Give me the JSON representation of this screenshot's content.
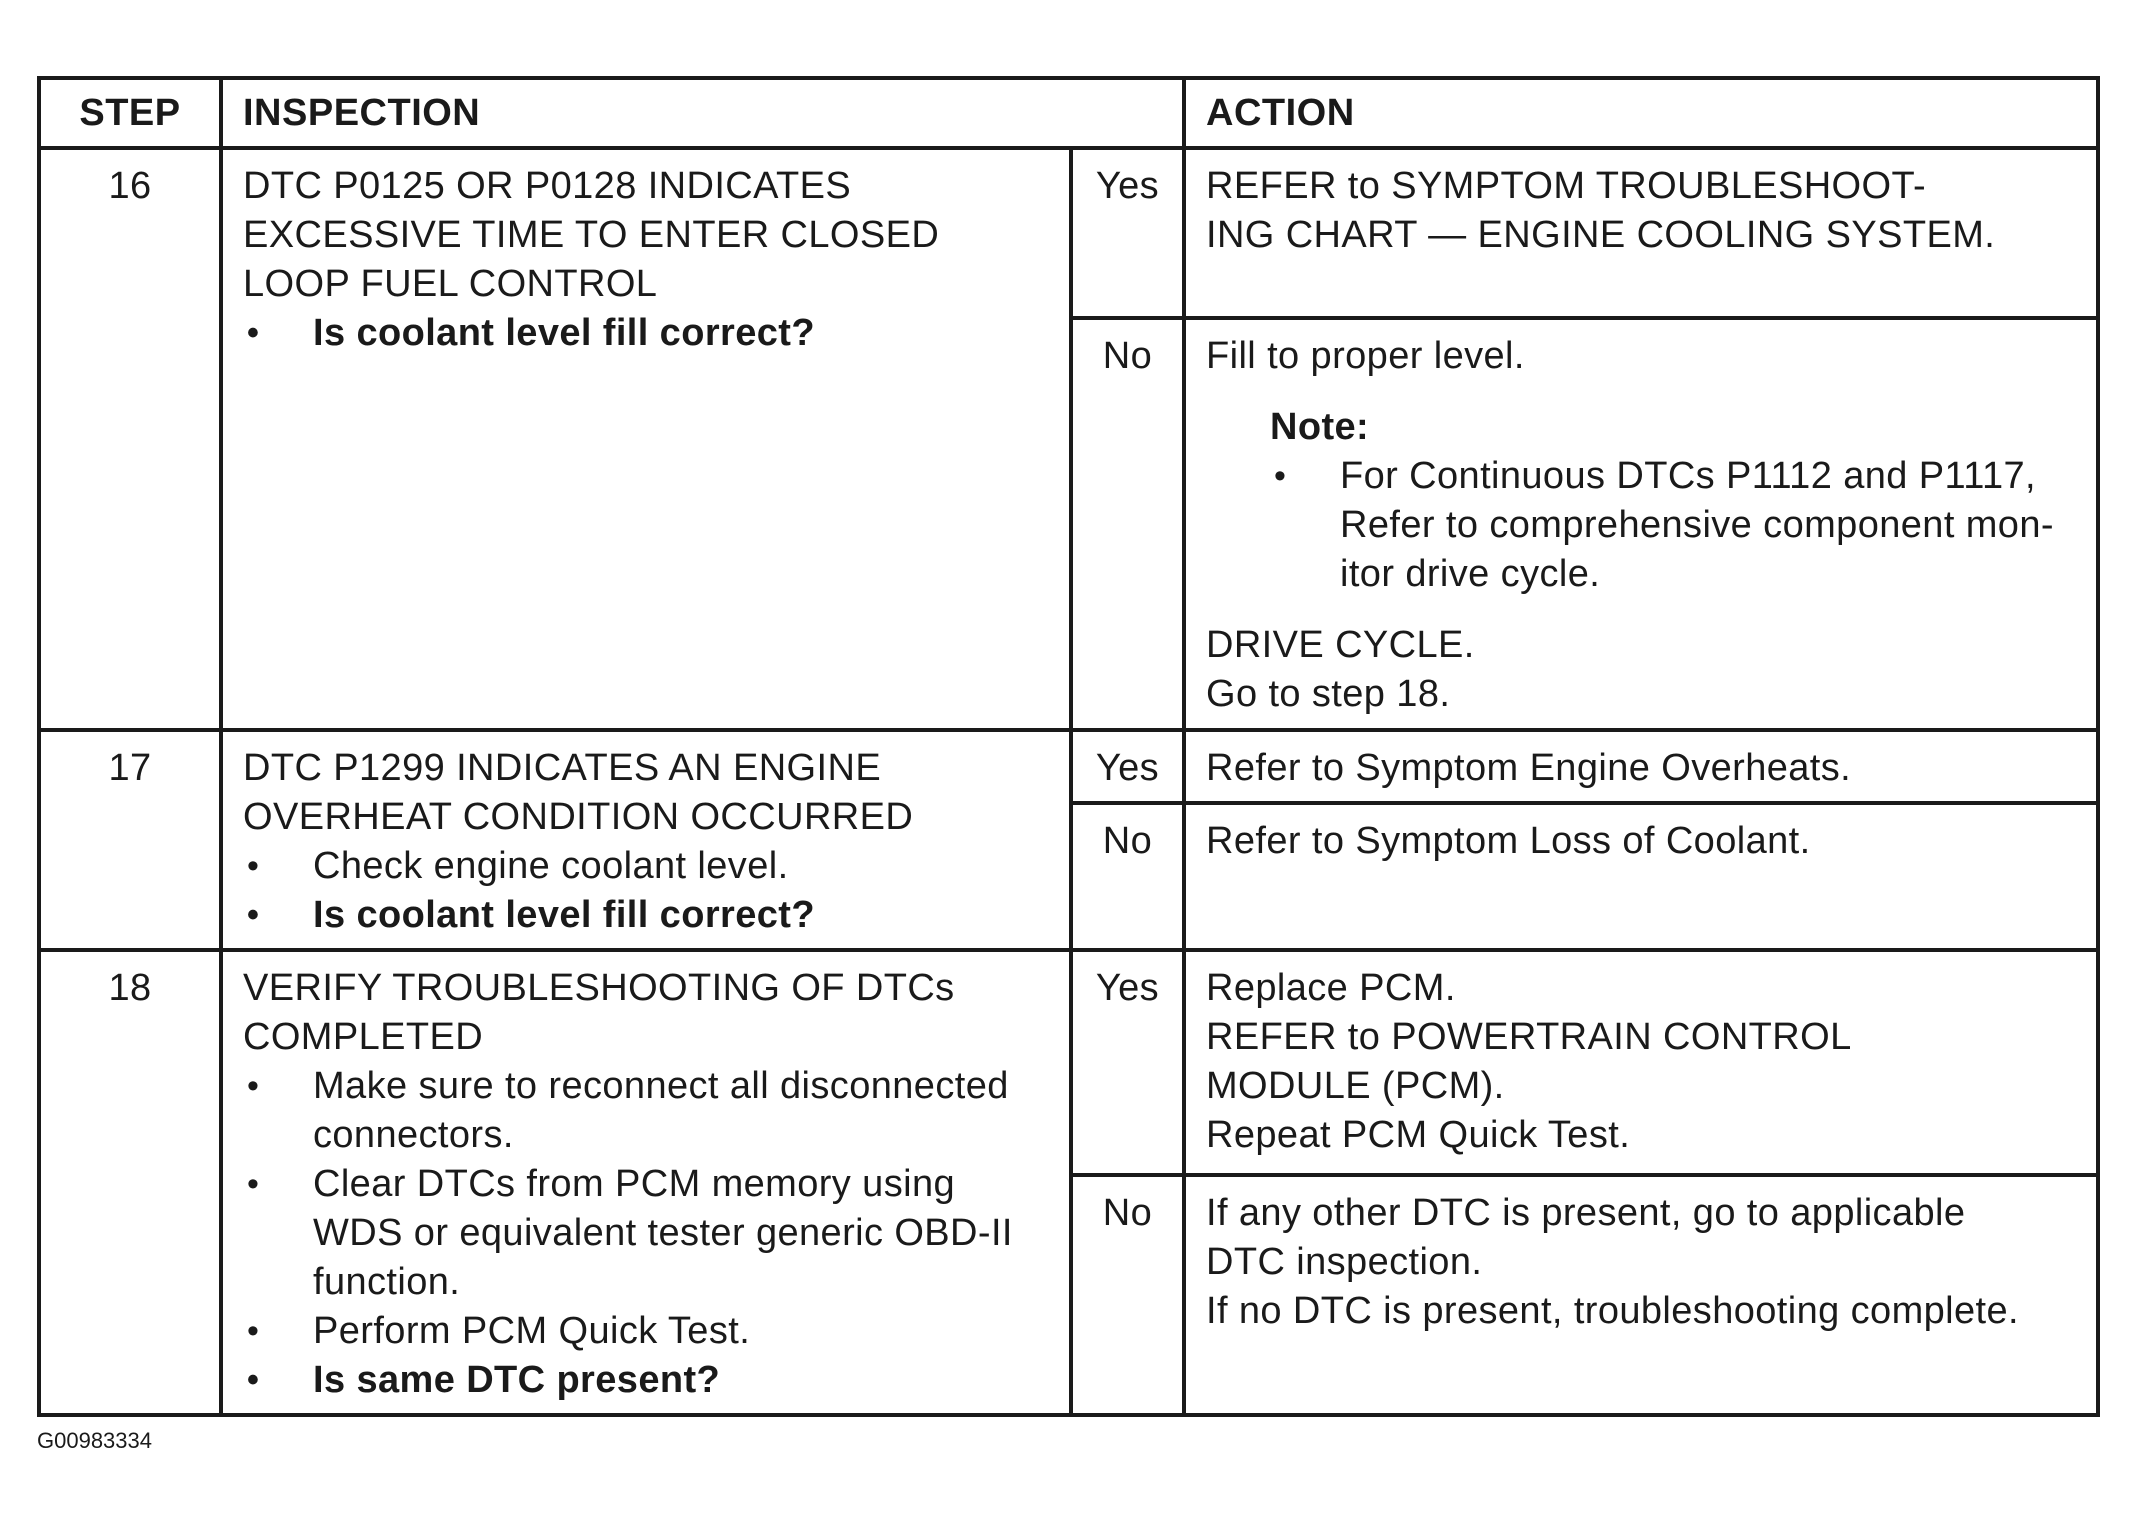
{
  "headers": {
    "step": "STEP",
    "inspection": "INSPECTION",
    "action": "ACTION"
  },
  "rows": [
    {
      "step": "16",
      "inspection_lines": [
        "DTC P0125 OR P0128 INDICATES",
        "EXCESSIVE TIME TO ENTER CLOSED",
        "LOOP FUEL CONTROL"
      ],
      "bullets": [
        {
          "text": "Is coolant level fill correct?",
          "bold": true
        }
      ],
      "yes": {
        "label": "Yes",
        "lines": [
          "REFER to SYMPTOM TROUBLESHOOT-",
          "ING CHART — ENGINE COOLING SYSTEM."
        ]
      },
      "no": {
        "label": "No",
        "lines": [
          "Fill to proper level."
        ],
        "note_title": "Note:",
        "note_bullet": [
          "For Continuous DTCs P1112 and P1117,",
          "Refer to comprehensive component mon-",
          "itor drive cycle."
        ],
        "after_lines": [
          "DRIVE CYCLE.",
          "Go to step 18."
        ]
      }
    },
    {
      "step": "17",
      "inspection_lines": [
        "DTC P1299 INDICATES AN ENGINE",
        "OVERHEAT CONDITION OCCURRED"
      ],
      "bullets": [
        {
          "text": "Check engine coolant level.",
          "bold": false
        },
        {
          "text": "Is coolant level fill correct?",
          "bold": true
        }
      ],
      "yes": {
        "label": "Yes",
        "lines": [
          "Refer to Symptom Engine Overheats."
        ]
      },
      "no": {
        "label": "No",
        "lines": [
          "Refer to Symptom Loss of Coolant."
        ]
      }
    },
    {
      "step": "18",
      "inspection_lines": [
        "VERIFY TROUBLESHOOTING OF DTCs",
        "COMPLETED"
      ],
      "bullets": [
        {
          "lines": [
            "Make sure to reconnect all disconnected",
            "connectors."
          ],
          "bold": false
        },
        {
          "lines": [
            "Clear DTCs from PCM memory using",
            "WDS or equivalent tester generic OBD-II",
            "function."
          ],
          "bold": false
        },
        {
          "lines": [
            "Perform PCM Quick Test."
          ],
          "bold": false
        },
        {
          "lines": [
            "Is same DTC present?"
          ],
          "bold": true
        }
      ],
      "yes": {
        "label": "Yes",
        "lines": [
          "Replace PCM.",
          "REFER to POWERTRAIN CONTROL",
          "MODULE (PCM).",
          "Repeat PCM Quick Test."
        ]
      },
      "no": {
        "label": "No",
        "lines": [
          "If any other DTC is present, go to applicable",
          "DTC inspection.",
          "If no DTC is present, troubleshooting complete."
        ]
      }
    }
  ],
  "figure_code": "G00983334"
}
